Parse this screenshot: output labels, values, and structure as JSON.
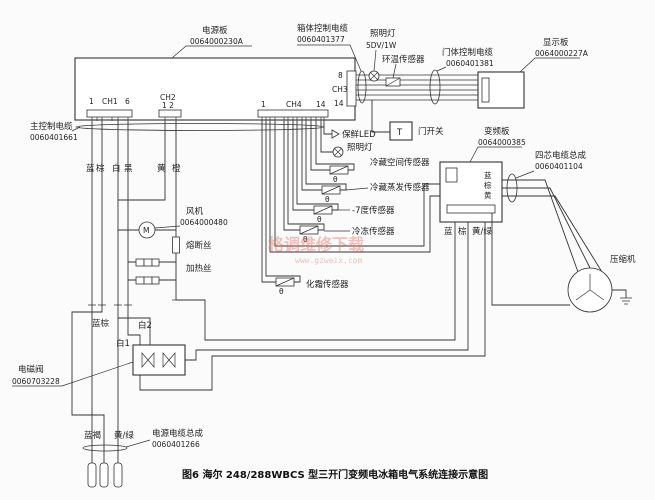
{
  "caption": "图6  海尔 248/288WBCS 型三开门变频电冰箱电气系统连接示意图",
  "watermark": {
    "cn": "格调维修下载",
    "url": "www.gzweix.com"
  },
  "power_board": {
    "name": "电源板",
    "code": "0064000230A"
  },
  "connectors": {
    "ch1": "CH1",
    "ch1_pin_a": "1",
    "ch1_pin_b": "6",
    "ch2": "CH2",
    "ch2_pins": "1  2",
    "ch3": "CH3",
    "ch3_pin_a": "8",
    "ch3_pin_b": "14",
    "ch4": "CH4",
    "ch4_pin_a": "1",
    "ch4_pin_b": "14"
  },
  "cabinet_cable": {
    "name": "箱体控制电缆",
    "code": "0060401377"
  },
  "lamp_top": {
    "name": "照明灯",
    "rating": "5DV/1W"
  },
  "ambient_sensor": "环温传感器",
  "door_cable": {
    "name": "门体控制电缆",
    "code": "0060401381"
  },
  "display": {
    "name": "显示板",
    "code": "0064000227A"
  },
  "main_cable": {
    "name": "主控制电缆",
    "code": "0060401661"
  },
  "wire_colors_ch1": [
    "蓝",
    "棕",
    "白",
    "黑"
  ],
  "wire_colors_ch2": [
    "黄",
    "橙"
  ],
  "fan": {
    "name": "风机",
    "code": "0064000480"
  },
  "fuse": "熔断丝",
  "heater": "加热丝",
  "fresh_led": "保鲜LED",
  "light": "照明灯",
  "door_switch": "门开关",
  "sensors": [
    "冷藏空间传感器",
    "冷藏蒸发传感器",
    "-7度传感器",
    "冷冻传感器",
    "化霜传感器"
  ],
  "symbols": {
    "theta": "θ",
    "motor": "M",
    "switch": "T"
  },
  "inverter": {
    "name": "变频板",
    "code": "0064000385",
    "inner": [
      "蓝",
      "棕",
      "黄"
    ],
    "bottom": [
      "蓝",
      "棕",
      "黄/绿"
    ]
  },
  "four_core": {
    "name": "四芯电缆总成",
    "code": "0060401104"
  },
  "compressor": "压缩机",
  "lower_labels": {
    "blue_brown": "蓝棕",
    "white2": "白2",
    "white1": "白1"
  },
  "valve": {
    "name": "电磁阀",
    "code": "0060703228"
  },
  "power_cable": {
    "name": "电源电缆总成",
    "code": "0060401266"
  },
  "plug_colors": [
    "蓝褐",
    "黄/绿"
  ]
}
